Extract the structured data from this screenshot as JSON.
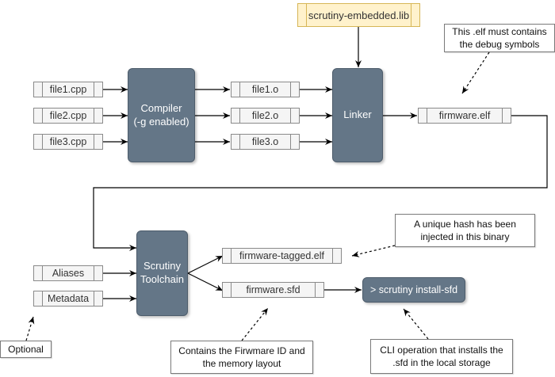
{
  "library": {
    "label": "scrutiny-embedded.lib",
    "fill": "#fff2cc",
    "stroke": "#d6b656"
  },
  "sources": [
    {
      "label": "file1.cpp"
    },
    {
      "label": "file2.cpp"
    },
    {
      "label": "file3.cpp"
    }
  ],
  "objects": [
    {
      "label": "file1.o"
    },
    {
      "label": "file2.o"
    },
    {
      "label": "file3.o"
    }
  ],
  "processes": {
    "compiler": {
      "line1": "Compiler",
      "line2": "(-g enabled)"
    },
    "linker": {
      "label": "Linker"
    },
    "toolchain": {
      "line1": "Scrutiny",
      "line2": "Toolchain"
    },
    "install": {
      "label": "> scrutiny install-sfd"
    },
    "fill": "#647687"
  },
  "artifacts": {
    "firmware_elf": "firmware.elf",
    "tagged_elf": "firmware-tagged.elf",
    "sfd": "firmware.sfd"
  },
  "inputs": [
    {
      "label": "Aliases"
    },
    {
      "label": "Metadata"
    }
  ],
  "notes": {
    "debug_symbols": {
      "line1": "This .elf must contains",
      "line2": "the debug symbols"
    },
    "unique_hash": {
      "line1": "A unique hash has been",
      "line2": "injected in this binary"
    },
    "optional": {
      "text": "Optional"
    },
    "firmware_id": {
      "line1": "Contains the Firwmare ID and",
      "line2": "the memory layout"
    },
    "cli_operation": {
      "line1": "CLI operation that installs the",
      "line2": ".sfd in the local storage"
    }
  }
}
